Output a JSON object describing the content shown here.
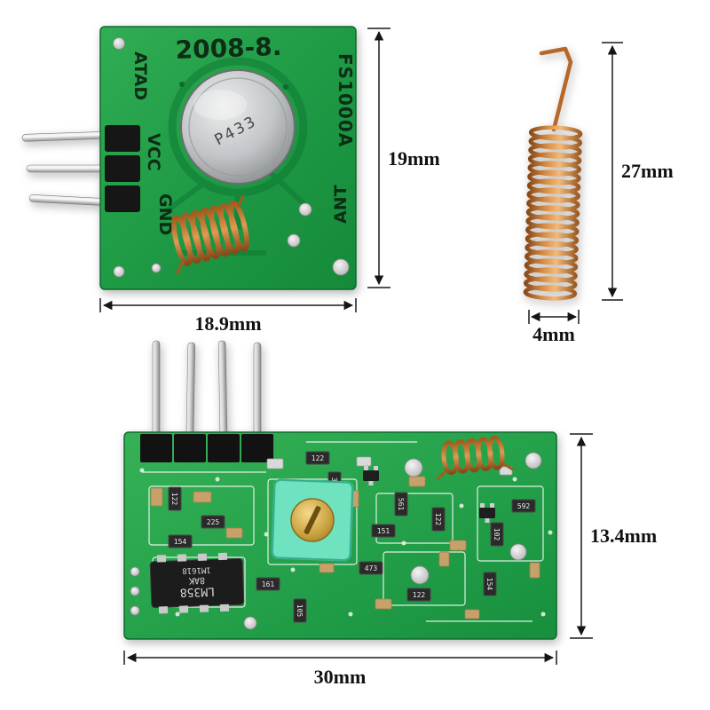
{
  "transmitter": {
    "date_code": "2008-8.",
    "label_data": "ATAD",
    "label_vcc": "VCC",
    "label_gnd": "GND",
    "label_ant": "ANT",
    "model": "FS1000A",
    "cap_marking": "P433",
    "dim_height": "19mm",
    "dim_width": "18.9mm"
  },
  "antenna": {
    "dim_height": "27mm",
    "dim_width": "4mm"
  },
  "receiver": {
    "ic_line1": "LM358",
    "ic_line2": "8AK",
    "ic_line3": "1M1618",
    "smd_labels": [
      "122",
      "225",
      "154",
      "122",
      "331",
      "561",
      "151",
      "122",
      "102",
      "592",
      "161",
      "105",
      "473",
      "122",
      "154"
    ],
    "dim_height": "13.4mm",
    "dim_width": "30mm"
  }
}
